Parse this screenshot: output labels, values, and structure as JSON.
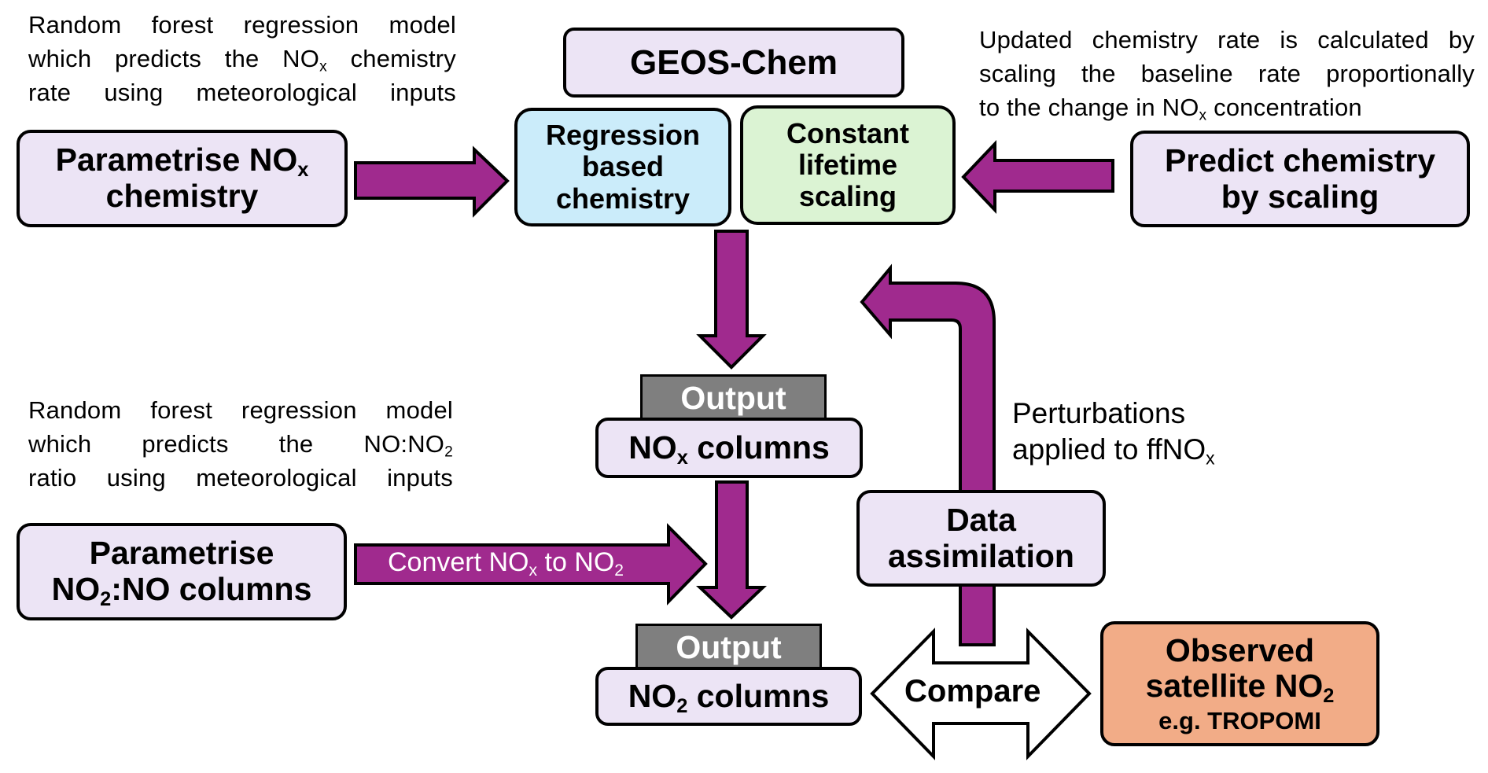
{
  "colors": {
    "arrow": "#A02A8E",
    "box_lavender": "#ECE4F5",
    "box_blue": "#CBECFA",
    "box_green": "#DBF3D3",
    "box_orange": "#F2AC87",
    "output_tab": "#7F7F7F"
  },
  "notes": {
    "top_left": {
      "line1": "Random forest regression model",
      "line2_a": "which predicts the NO",
      "line2_sub": "x",
      "line2_b": " chemistry",
      "line3": "rate using  meteorological inputs"
    },
    "top_right": {
      "line1": "Updated chemistry rate is calculated by",
      "line2": "scaling the baseline rate proportionally",
      "line3_a": "to the change in NO",
      "line3_sub": "x",
      "line3_b": " concentration"
    },
    "mid_left": {
      "line1": "Random forest regression model",
      "line2_a": "which predicts the NO:NO",
      "line2_sub": "2",
      "line3": "ratio using  meteorological inputs"
    },
    "perturbations": {
      "line1": "Perturbations",
      "line2_a": "applied to ffNO",
      "line2_sub": "x"
    }
  },
  "boxes": {
    "geos_chem": "GEOS-Chem",
    "regression": [
      "Regression",
      "based",
      "chemistry"
    ],
    "constant": [
      "Constant",
      "lifetime",
      "scaling"
    ],
    "parametrise_nox": {
      "a": "Parametrise NO",
      "sub": "x",
      "line2": "chemistry"
    },
    "predict": [
      "Predict chemistry",
      "by scaling"
    ],
    "parametrise_no2": {
      "line1": "Parametrise",
      "a": "NO",
      "sub": "2",
      "b": ":NO columns"
    },
    "output_tab": "Output",
    "nox_columns": {
      "a": "NO",
      "sub": "x",
      "b": " columns"
    },
    "no2_columns": {
      "a": "NO",
      "sub": "2",
      "b": " columns"
    },
    "data_assimilation": [
      "Data",
      "assimilation"
    ],
    "observed": {
      "line1": "Observed",
      "a": "satellite NO",
      "sub": "2",
      "line3": "e.g. TROPOMI"
    }
  },
  "arrows": {
    "convert": {
      "a": "Convert NO",
      "sub1": "x",
      "b": " to NO",
      "sub2": "2"
    },
    "compare": "Compare"
  }
}
